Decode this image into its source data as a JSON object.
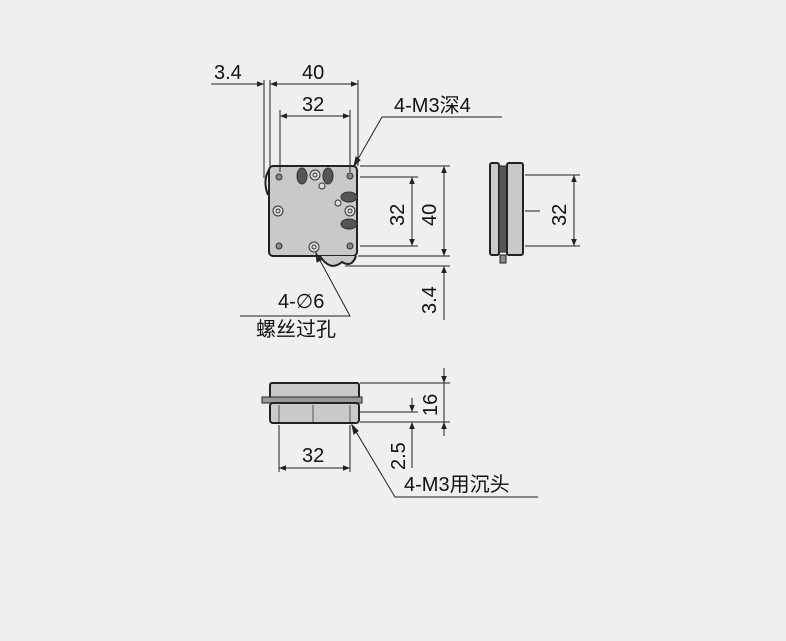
{
  "drawing": {
    "background": "#efefef",
    "line_color": "#222222",
    "part_fill": "#c8c8c8",
    "top_view": {
      "dim_left_offset": "3.4",
      "dim_width_outer": "40",
      "dim_width_holes": "32",
      "dim_height_holes": "32",
      "dim_height_outer": "40",
      "dim_bottom_offset": "3.4",
      "callout_tapped_holes": "4-M3深4",
      "callout_through_holes_line1": "4-∅6",
      "callout_through_holes_line2": "螺丝过孔"
    },
    "side_view": {
      "dim_height_holes": "32"
    },
    "front_view": {
      "dim_hole_spacing": "32",
      "dim_total_height": "16",
      "dim_counterbore": "2.5",
      "callout_counterbore": "4-M3用沉头"
    }
  }
}
